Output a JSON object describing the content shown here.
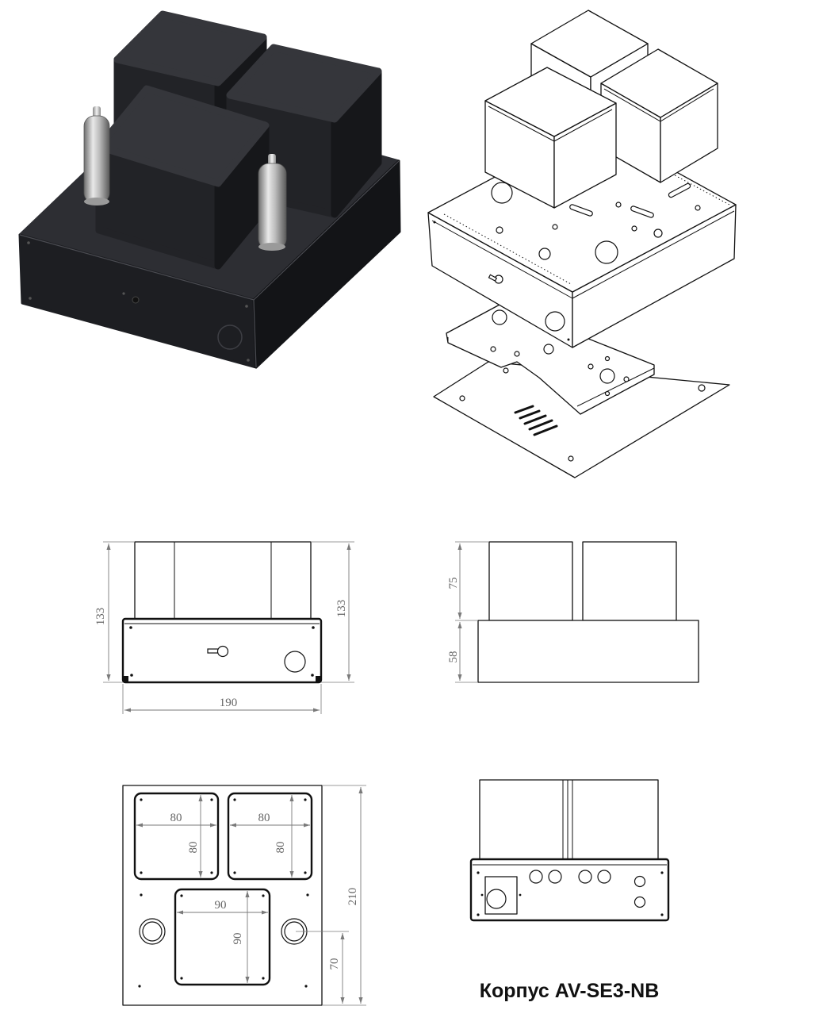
{
  "title": "Корпус AV-SE3-NB",
  "front_view": {
    "height_left": "133",
    "height_right": "133",
    "width": "190"
  },
  "side_view": {
    "transformer_height": "75",
    "chassis_height": "58"
  },
  "top_view": {
    "left_cutout": {
      "width": "80",
      "height": "80"
    },
    "right_cutout": {
      "width": "80",
      "height": "80"
    },
    "center_cutout": {
      "width": "90",
      "height": "90"
    },
    "depth": "210",
    "socket_offset": "70"
  },
  "colors": {
    "render_top": "#35363b",
    "render_left": "#222327",
    "render_right": "#16171a",
    "line": "#111111",
    "dimension": "#7a7a7a",
    "tube_glass": "#d9d9d9"
  }
}
